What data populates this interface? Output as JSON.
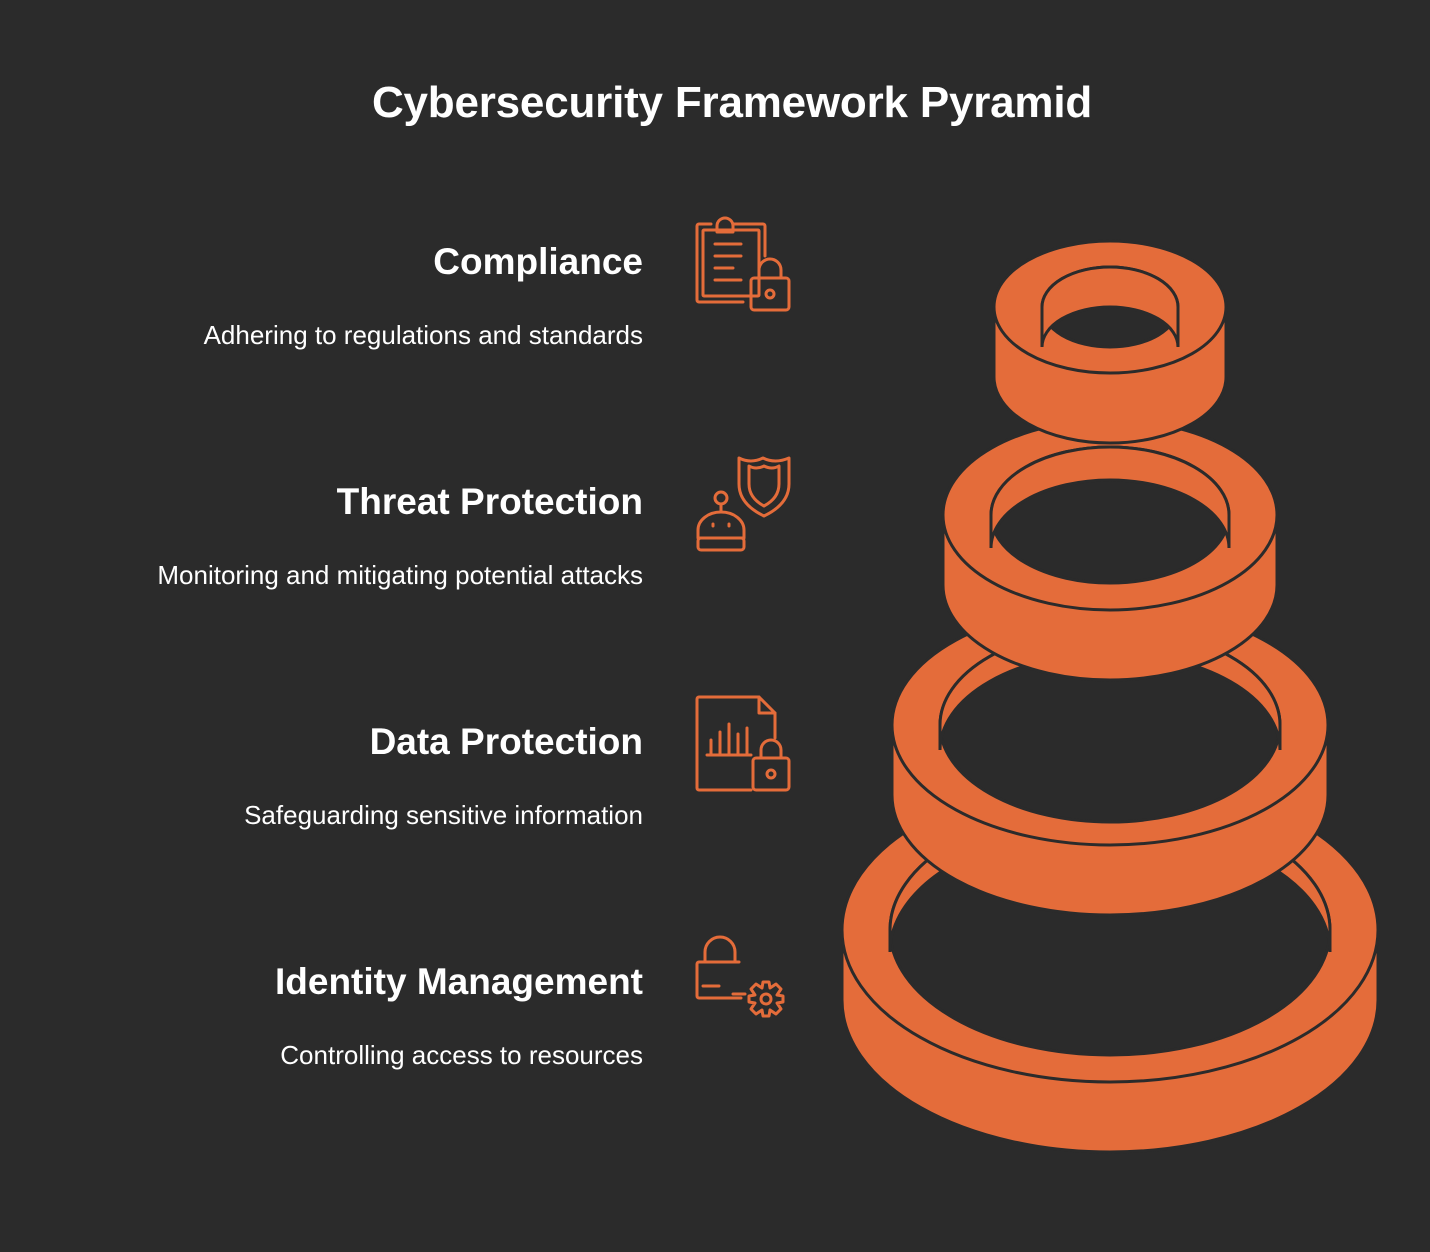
{
  "title": "Cybersecurity Framework Pyramid",
  "colors": {
    "background": "#2b2b2b",
    "accent": "#e46c3a",
    "outline": "#2b2b2b",
    "text": "#ffffff"
  },
  "layers": [
    {
      "heading": "Compliance",
      "description": "Adhering to regulations and standards",
      "icon": "clipboard-lock-icon"
    },
    {
      "heading": "Threat Protection",
      "description": "Monitoring and mitigating potential attacks",
      "icon": "robot-shield-icon"
    },
    {
      "heading": "Data Protection",
      "description": "Safeguarding sensitive information",
      "icon": "chart-document-lock-icon"
    },
    {
      "heading": "Identity Management",
      "description": "Controlling access to resources",
      "icon": "lock-gear-icon"
    }
  ]
}
